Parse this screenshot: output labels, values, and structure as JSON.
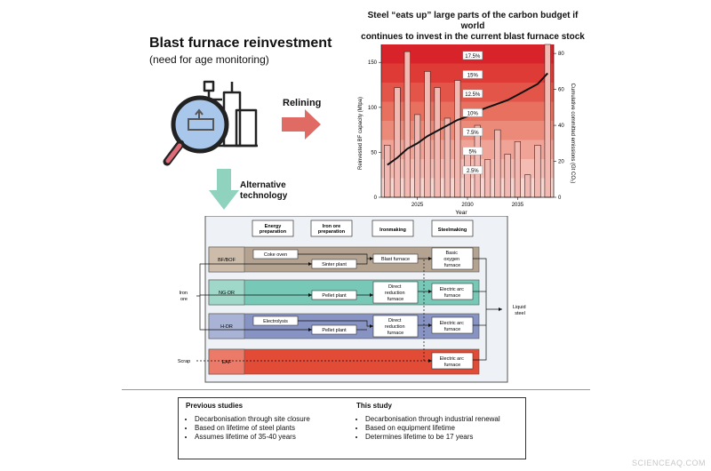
{
  "header": {
    "title": "Blast furnace reinvestment",
    "subtitle": "(need for age monitoring)"
  },
  "arrows": {
    "relining_label": "Relining",
    "alternative_label_line1": "Alternative",
    "alternative_label_line2": "technology"
  },
  "chart_title": {
    "line1": "Steel “eats up” large parts of the carbon budget if world",
    "line2": "continues to invest in the current blast furnace stock"
  },
  "chart_data": {
    "type": "bar",
    "x": [
      2022,
      2023,
      2024,
      2025,
      2026,
      2027,
      2028,
      2029,
      2030,
      2031,
      2032,
      2033,
      2034,
      2035,
      2036,
      2037,
      2038
    ],
    "values": [
      58,
      122,
      162,
      92,
      140,
      122,
      88,
      130,
      55,
      80,
      42,
      75,
      48,
      62,
      25,
      58,
      170
    ],
    "line_values": [
      18,
      22,
      27,
      30,
      34,
      37,
      40,
      43,
      45,
      48,
      50,
      52,
      54,
      57,
      60,
      63,
      69
    ],
    "ylabel": "Reinvested BF capacity (Mtpa)",
    "y2label": "Cumulative committed emissions (Gt CO₂)",
    "xlabel": "Year",
    "xticks": [
      "2025",
      "2030",
      "2035"
    ],
    "xtick_values": [
      2025,
      2030,
      2035
    ],
    "ylim": [
      0,
      170
    ],
    "yticks": [
      0,
      50,
      100,
      150
    ],
    "y2lim": [
      0,
      85
    ],
    "y2ticks": [
      0,
      20,
      40,
      60,
      80
    ],
    "budget_bands": [
      "17.5%",
      "15%",
      "12.5%",
      "10%",
      "7.5%",
      "5%",
      "2.5%"
    ],
    "band_colors": [
      "#d9232a",
      "#de3b37",
      "#e25548",
      "#e8705f",
      "#ec8a79",
      "#f0a397",
      "#f4bcb3",
      "#f8d6d0"
    ],
    "bar_color": "#f2b9b3",
    "line_color": "#111111"
  },
  "scheme": {
    "headers": [
      "Energy preparation",
      "Iron ore preparation",
      "Ironmaking",
      "Steelmaking"
    ],
    "routes": [
      {
        "label": "BF/BOF",
        "color": "#b5a392",
        "tag_color": "#cdbcaa"
      },
      {
        "label": "NG-DR",
        "color": "#77c8b6",
        "tag_color": "#9fd8c9"
      },
      {
        "label": "H-DR",
        "color": "#8794c3",
        "tag_color": "#a9b3d6"
      },
      {
        "label": "EAF",
        "color": "#e24b36",
        "tag_color": "#eb7a68"
      }
    ],
    "boxes": {
      "coke_oven": "Coke oven",
      "sinter_plant": "Sinter plant",
      "blast_furnace": "Blast furnace",
      "bof_line1": "Basic",
      "bof_line2": "oxygen",
      "bof_line3": "furnace",
      "pellet_plant": "Pellet plant",
      "dr_line1": "Direct",
      "dr_line2": "reduction",
      "dr_line3": "furnace",
      "eaf_line1": "Electric arc",
      "eaf_line2": "furnace",
      "electrolysis": "Electrolysis"
    },
    "inputs": {
      "iron_ore_line1": "Iron",
      "iron_ore_line2": "ore",
      "scrap": "Scrap"
    },
    "output_line1": "Liquid",
    "output_line2": "steel"
  },
  "previous_studies": {
    "title": "Previous studies",
    "items": [
      "Decarbonisation through site closure",
      "Based on lifetime of steel plants",
      "Assumes lifetime of 35-40 years"
    ]
  },
  "this_study": {
    "title": "This study",
    "items": [
      "Decarbonisation through industrial renewal",
      "Based on equipment lifetime",
      "Determines lifetime to be 17 years"
    ]
  },
  "watermark": "SCIENCEAQ.COM"
}
